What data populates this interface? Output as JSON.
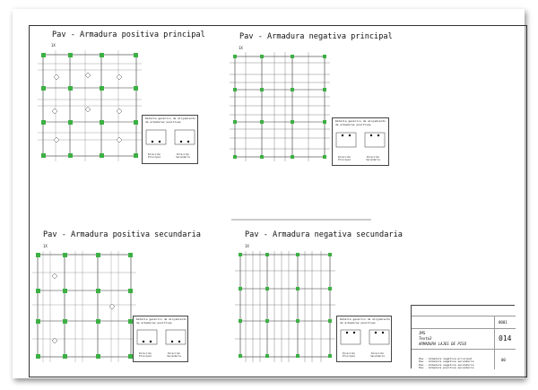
{
  "views": [
    {
      "title": "Pav - Armadura positiva principal",
      "scale_label": "1X"
    },
    {
      "title": "Pav - Armadura negativa principal",
      "scale_label": "1X"
    },
    {
      "title": "Pav - Armadura positiva secundaria",
      "scale_label": "1X"
    },
    {
      "title": "Pav - Armadura negativa secundaria",
      "scale_label": "1X"
    }
  ],
  "detail_box": {
    "title": "Detalle genérico de alojamiento de armaduras positivas",
    "caption_left": "Dirección Principal",
    "caption_right": "Dirección Secundaria"
  },
  "title_block": {
    "code": "0001",
    "company": "JMS",
    "project": "Texto3",
    "sheet_title": "ARMADURA LAJES DE PISO",
    "sheet_number": "014",
    "revision": "00",
    "contents": [
      "Pav - Armadura negativa principal",
      "Pav - Armadura negativa secundaria",
      "Pav - Armadura negativa secundaria",
      "Pav - Armadura positiva secundaria"
    ]
  },
  "colors": {
    "sheet": "#ffffff",
    "line": "#333333",
    "accent": "#3cb043"
  }
}
